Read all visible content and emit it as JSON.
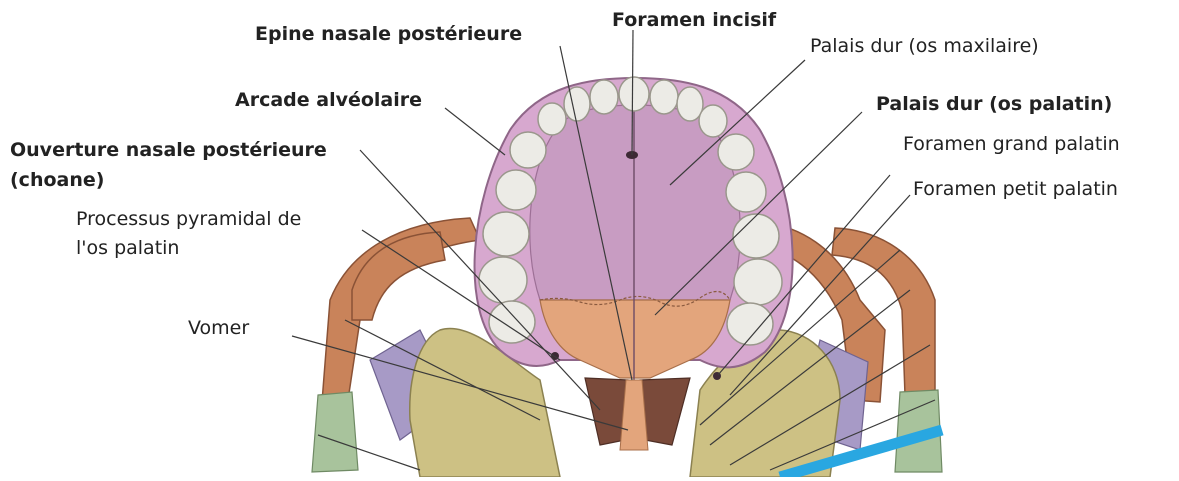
{
  "labels": {
    "epine_nasale_posterieure": "Epine nasale postérieure",
    "foramen_incisif": "Foramen incisif",
    "palais_dur_maxillaire": "Palais dur (os maxilaire)",
    "arcade_alveolaire": "Arcade alvéolaire",
    "palais_dur_palatin": "Palais dur (os palatin)",
    "ouverture_nasale_line1": "Ouverture nasale postérieure",
    "ouverture_nasale_line2": "(choane)",
    "foramen_grand_palatin": "Foramen grand palatin",
    "foramen_petit_palatin": "Foramen petit palatin",
    "processus_line1": "Processus pyramidal de",
    "processus_line2": "l'os palatin",
    "vomer": "Vomer"
  },
  "colors": {
    "background": "#ffffff",
    "text": "#222222",
    "leader_line": "#3a3a3a",
    "bone_orange": "#c9835a",
    "palate_maxilla_pink": "#c89cc2",
    "palate_palatine_orange": "#e3a57c",
    "tooth_white": "#ecebe6",
    "sphenoid_yellow": "#cdc184",
    "zygomatic_green": "#a8c39c",
    "pterygoid_purple": "#a79ac6",
    "highlight_blue": "#29a7e1"
  }
}
